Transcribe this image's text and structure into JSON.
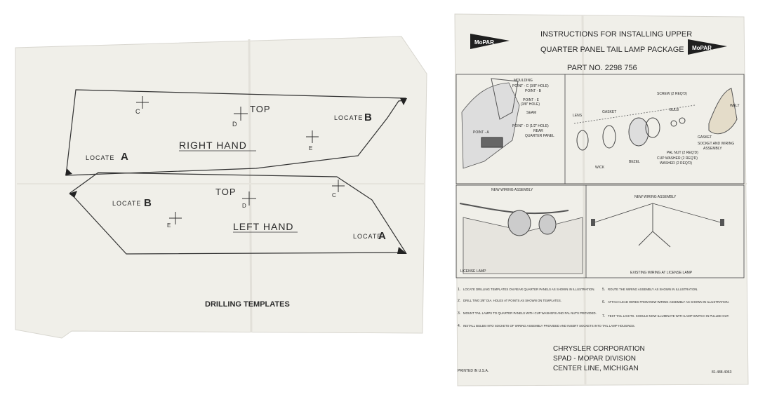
{
  "drilling_templates": {
    "title": "DRILLING TEMPLATES",
    "right_hand": {
      "label": "RIGHT HAND",
      "top_label": "TOP",
      "locate_a": "LOCATE",
      "locate_a_letter": "A",
      "locate_b": "LOCATE",
      "locate_b_letter": "B",
      "points": {
        "c": "C",
        "d": "D",
        "e": "E"
      }
    },
    "left_hand": {
      "label": "LEFT HAND",
      "top_label": "TOP",
      "locate_a": "LOCATE",
      "locate_a_letter": "A",
      "locate_b": "LOCATE",
      "locate_b_letter": "B",
      "points": {
        "c": "C",
        "d": "D",
        "e": "E"
      }
    }
  },
  "instructions": {
    "brand_left": "MoPAR",
    "brand_right": "MoPAR",
    "title_line1": "INSTRUCTIONS FOR INSTALLING UPPER",
    "title_line2": "QUARTER PANEL TAIL LAMP PACKAGE",
    "part_no": "PART NO. 2298 756",
    "figure1_labels": {
      "molding": "MOULDING",
      "point_c": "POINT - C (3/8\" HOLE)",
      "point_b": "POINT - B",
      "point_e": "POINT - E",
      "point_e_size": "(3/8\" HOLE)",
      "seam": "SEAM",
      "point_d": "POINT - D (1/2\" HOLE)",
      "point_a": "POINT - A",
      "rear": "REAR",
      "quarter_panel": "QUARTER PANEL"
    },
    "figure2_labels": {
      "welt": "WELT",
      "screw": "SCREW (2 REQ'D)",
      "lens": "LENS",
      "gasket1": "GASKET",
      "bulb": "BULB",
      "gasket2": "GASKET",
      "socket": "SOCKET AND WIRING",
      "assembly": "ASSEMBLY",
      "pal_nut": "PAL NUT (2 REQ'D)",
      "cup_washer": "CUP WASHER (2 REQ'D)",
      "washer": "WASHER (2 REQ'D)",
      "bezel": "BEZEL",
      "wick": "WICK"
    },
    "figure3_labels": {
      "new_wiring": "NEW WIRING ASSEMBLY",
      "license_lamp": "LICENSE LAMP"
    },
    "figure4_labels": {
      "new_wiring": "NEW WIRING ASSEMBLY",
      "existing_wiring": "EXISTING WIRING AT LICENSE LAMP"
    },
    "steps": [
      {
        "num": "1.",
        "text": "LOCATE DRILLING TEMPLATES ON REAR QUARTER PANELS AS SHOWN IN ILLUSTRATION."
      },
      {
        "num": "2.",
        "text": "DRILL TWO 3/8\" DIA. HOLES AT POINTS AS SHOWN ON TEMPLATES."
      },
      {
        "num": "3.",
        "text": "MOUNT TAIL LAMPS TO QUARTER PANELS WITH CUP WASHERS AND PAL NUTS PROVIDED."
      },
      {
        "num": "4.",
        "text": "INSTALL BULBS INTO SOCKETS OF WIRING ASSEMBLY PROVIDED AND INSERT SOCKETS INTO TAIL LAMP HOUSINGS."
      },
      {
        "num": "5.",
        "text": "ROUTE THE WIRING ASSEMBLY AS SHOWN IN ILLUSTRATION."
      },
      {
        "num": "6.",
        "text": "ATTACH LEAD WIRES FROM NEW WIRING ASSEMBLY AS SHOWN IN ILLUSTRATION."
      },
      {
        "num": "7.",
        "text": "TEST TAIL LIGHTS. SHOULD NOW ILLUMINATE WITH LAMP SWITCH IN PULLED OUT."
      }
    ],
    "corp_line1": "CHRYSLER CORPORATION",
    "corp_line2": "SPAD - MOPAR DIVISION",
    "corp_line3": "CENTER LINE, MICHIGAN",
    "printed": "PRINTED IN U.S.A.",
    "form_no": "81-488-4063"
  }
}
